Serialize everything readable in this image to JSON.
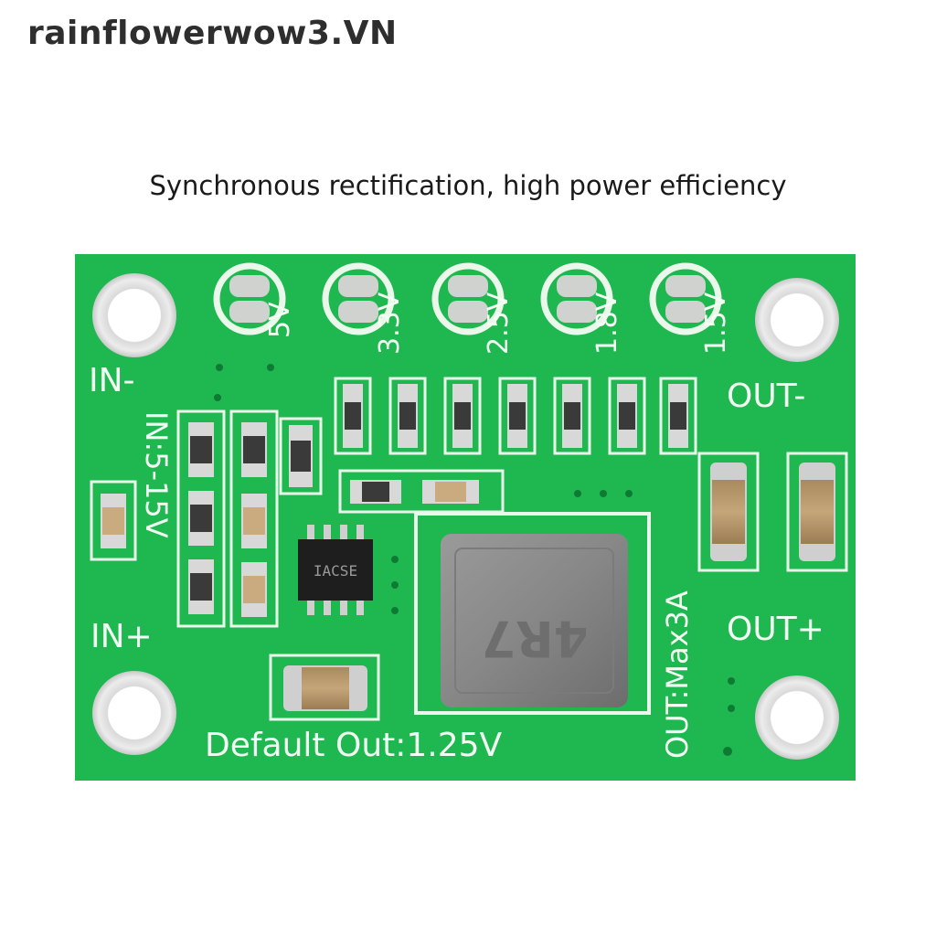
{
  "watermark": "rainflowerwow3.VN",
  "headline": "Synchronous rectification, high power efficiency",
  "board": {
    "pcb_color": "#1fb850",
    "silkscreen": {
      "in_minus": "IN-",
      "in_plus": "IN+",
      "out_minus": "OUT-",
      "out_plus": "OUT+",
      "input_range": "IN:5-15V",
      "output_max": "OUT:Max3A",
      "default_out": "Default Out:1.25V",
      "inductor_marking": "4R7",
      "chip_marking": "IACSE",
      "voltage_pads": [
        "5V",
        "3.3V",
        "2.5V",
        "1.8V",
        "1.5V"
      ]
    }
  }
}
